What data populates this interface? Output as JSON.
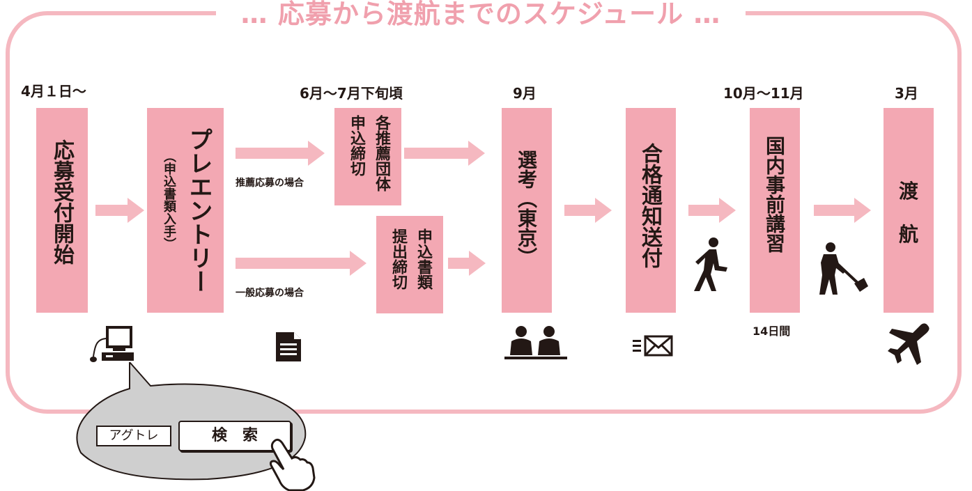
{
  "title": "… 応募から渡航までのスケジュール …",
  "timeline": {
    "date_start": "4月１日～",
    "date_deadline": "6月～7月下旬頃",
    "date_selection": "9月",
    "date_training": "10月～11月",
    "date_departure": "3月"
  },
  "steps": {
    "application_start": "応募受付開始",
    "pre_entry": "プレエントリー",
    "pre_entry_note": "（申込書類入手）",
    "recommend_deadline_1": "各推薦団体",
    "recommend_deadline_2": "申込締切",
    "general_deadline_1": "申込書類",
    "general_deadline_2": "提出締切",
    "selection": "選考（東京）",
    "acceptance": "合格通知送付",
    "training": "国内事前講習",
    "departure_1": "渡",
    "departure_2": "航"
  },
  "routes": {
    "recommended": "推薦応募の場合",
    "general": "一般応募の場合"
  },
  "training_duration": "14日間",
  "search_bubble": {
    "keyword": "アグトレ",
    "button": "検　索"
  },
  "icons": [
    "computer-icon",
    "document-icon",
    "interview-icon",
    "mail-icon",
    "walking-person-icon",
    "shoveling-person-icon",
    "airplane-icon",
    "pointing-hand-icon"
  ],
  "colors": {
    "box": "#f3a8b3",
    "arrow": "#f5b8c0",
    "title": "#f0a0ad",
    "frame": "#f5b8c0"
  }
}
